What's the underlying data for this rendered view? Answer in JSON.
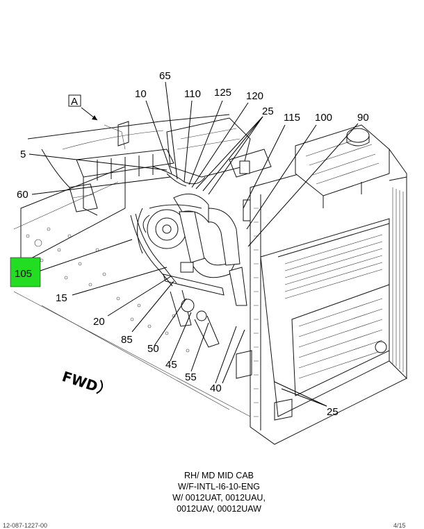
{
  "view_label": "A",
  "callouts": {
    "c5": "5",
    "c10": "10",
    "c15": "15",
    "c20": "20",
    "c25a": "25",
    "c25b": "25",
    "c40": "40",
    "c45": "45",
    "c50": "50",
    "c55": "55",
    "c60": "60",
    "c65": "65",
    "c85": "85",
    "c90": "90",
    "c100": "100",
    "c105": "105",
    "c110": "110",
    "c115": "115",
    "c120": "120",
    "c125": "125"
  },
  "highlight": {
    "label": "105",
    "color": "#22dd22"
  },
  "fwd_label": "FWD",
  "caption": {
    "line1": "RH/ MD MID CAB",
    "line2": "W/F-INTL-I6-10-ENG",
    "line3": "W/ 0012UAT, 0012UAU,",
    "line4": "0012UAV, 00012UAW"
  },
  "footer": {
    "left": "12-087-1227-00",
    "right": "4/15"
  }
}
